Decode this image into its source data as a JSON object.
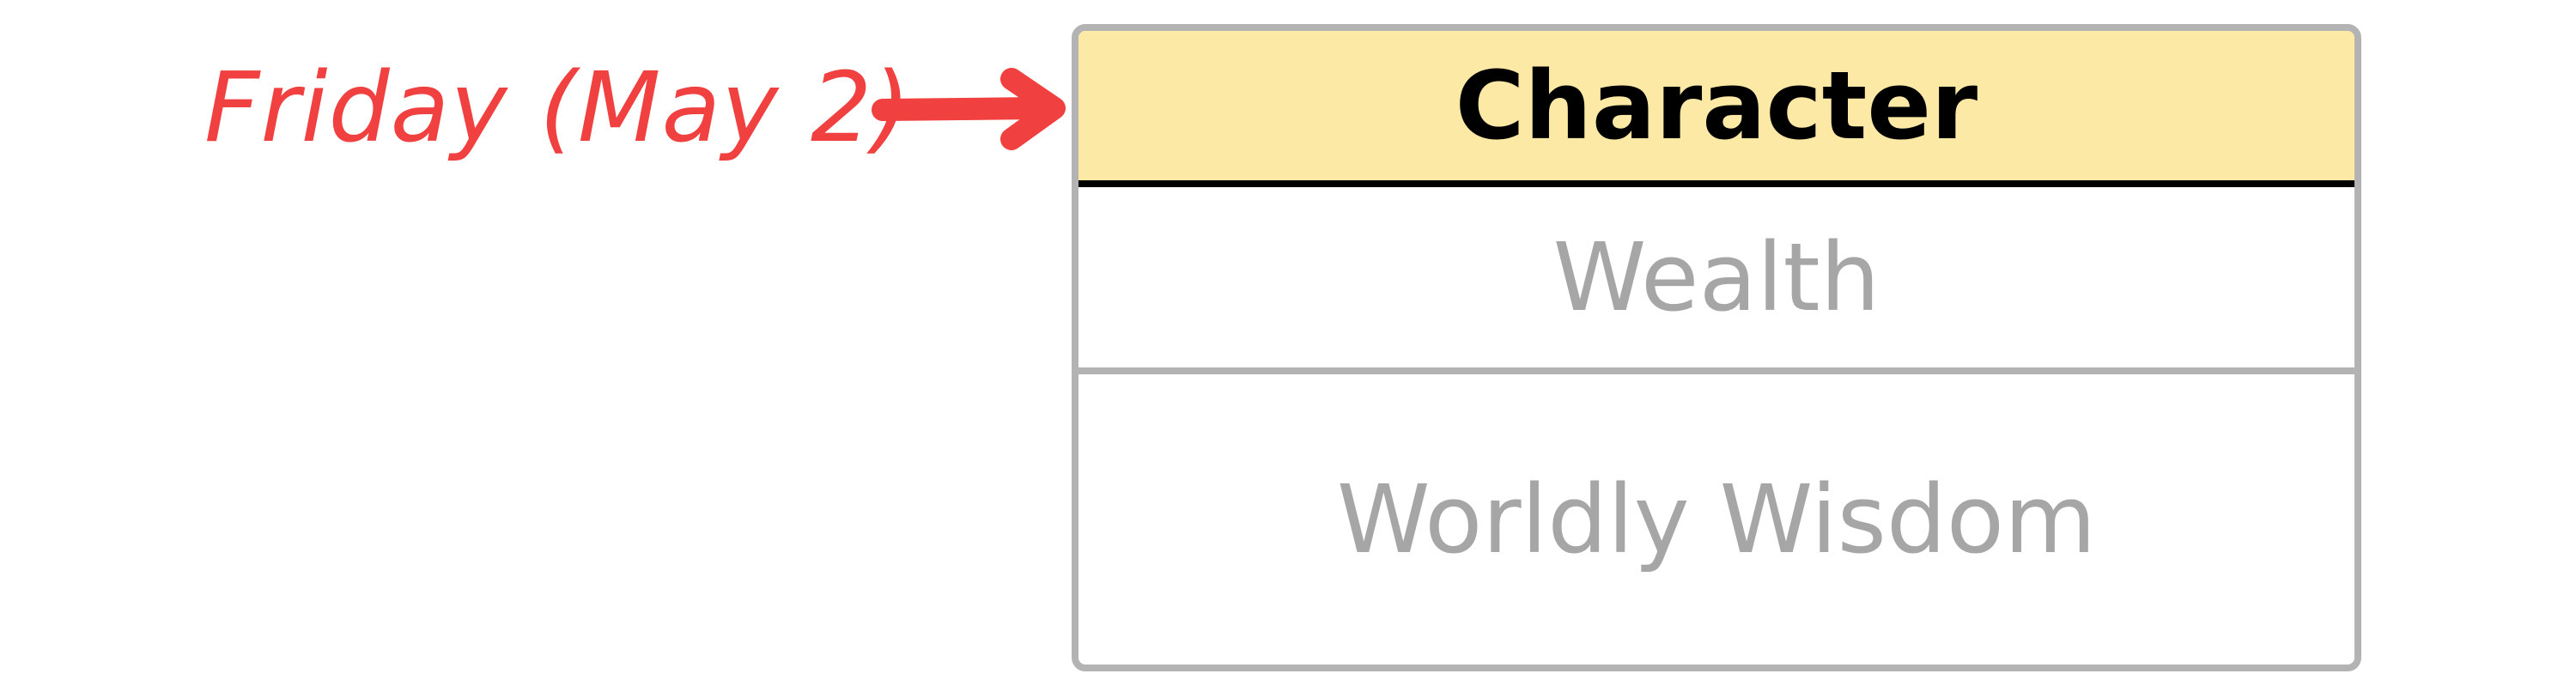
{
  "annotation": {
    "label": "Friday (May 2)",
    "color": "#f04040",
    "arrow_icon": "arrow-right-icon"
  },
  "stack": {
    "border_color": "#b3b3b3",
    "items": [
      {
        "label": "Character",
        "state": "active",
        "highlight_color": "#fde9a6"
      },
      {
        "label": "Wealth",
        "state": "inactive"
      },
      {
        "label": "Worldly Wisdom",
        "state": "inactive"
      }
    ]
  }
}
